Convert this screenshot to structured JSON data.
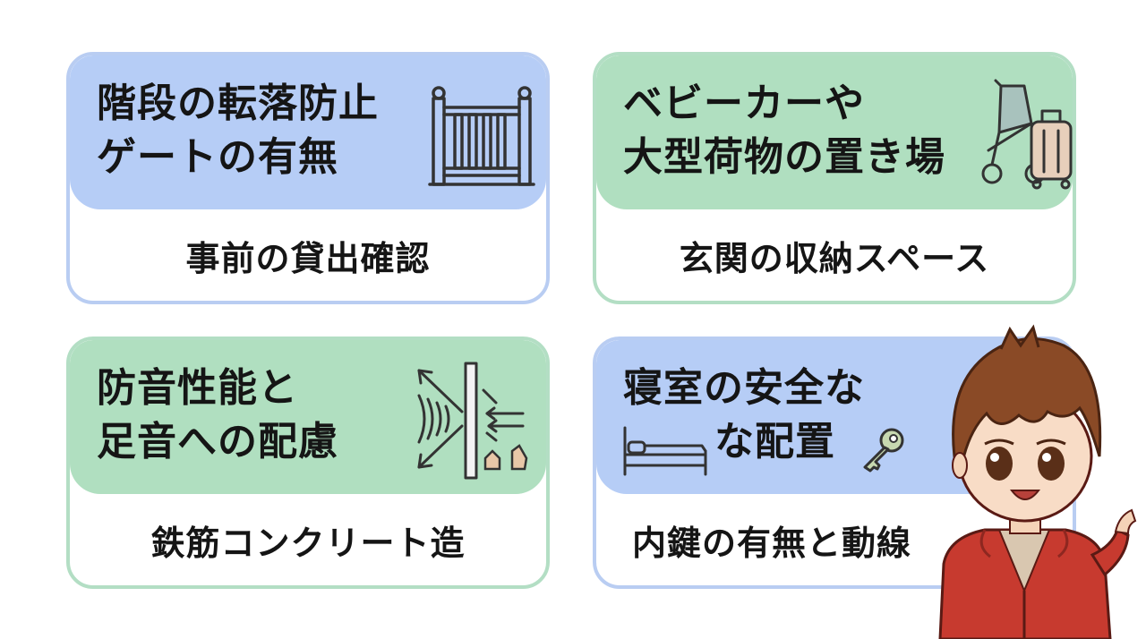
{
  "cards": [
    {
      "title_line1": "階段の転落防止",
      "title_line2": "ゲートの有無",
      "subtitle": "事前の貸出確認",
      "icon": "baby-gate-icon",
      "theme": "#b6cdf6"
    },
    {
      "title_line1": "ベビーカーや",
      "title_line2": "大型荷物の置き場",
      "subtitle": "玄関の収納スペース",
      "icon": "stroller-suitcase-icon",
      "theme": "#b0dfc0"
    },
    {
      "title_line1": "防音性能と",
      "title_line2": "足音への配慮",
      "subtitle": "鉄筋コンクリート造",
      "icon": "soundproof-wall-icon",
      "theme": "#b0dfc0"
    },
    {
      "title_line1": "寝室の安全な",
      "title_line2": "な配置",
      "subtitle": "内鍵の有無と動線",
      "icon": "bed-key-icon",
      "theme": "#b6cdf6"
    }
  ],
  "mascot": {
    "icon": "pointing-boy-character"
  }
}
